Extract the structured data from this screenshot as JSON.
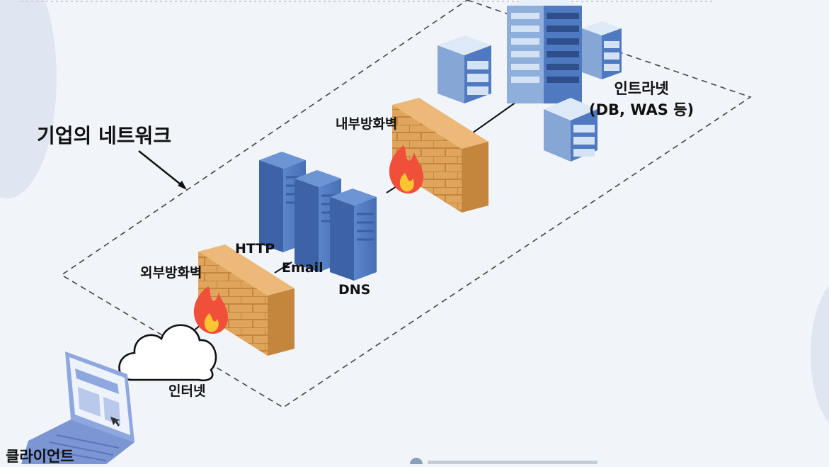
{
  "diagram": {
    "title": "기업의 네트워크",
    "intranet": {
      "line1": "인트라넷",
      "line2": "(DB, WAS 등)"
    },
    "internal_firewall": "내부방화벽",
    "external_firewall": "외부방화벽",
    "services": {
      "http": "HTTP",
      "email": "Email",
      "dns": "DNS"
    },
    "internet": "인터넷",
    "client": "클라이언트"
  },
  "colors": {
    "background": "#f1f4f9",
    "brick": "#e0a55c",
    "brick_dark": "#c4853d",
    "server_blue": "#4f79c0",
    "server_light": "#b7cdea",
    "laptop": "#8ea7df",
    "flame": "#f0503a"
  }
}
